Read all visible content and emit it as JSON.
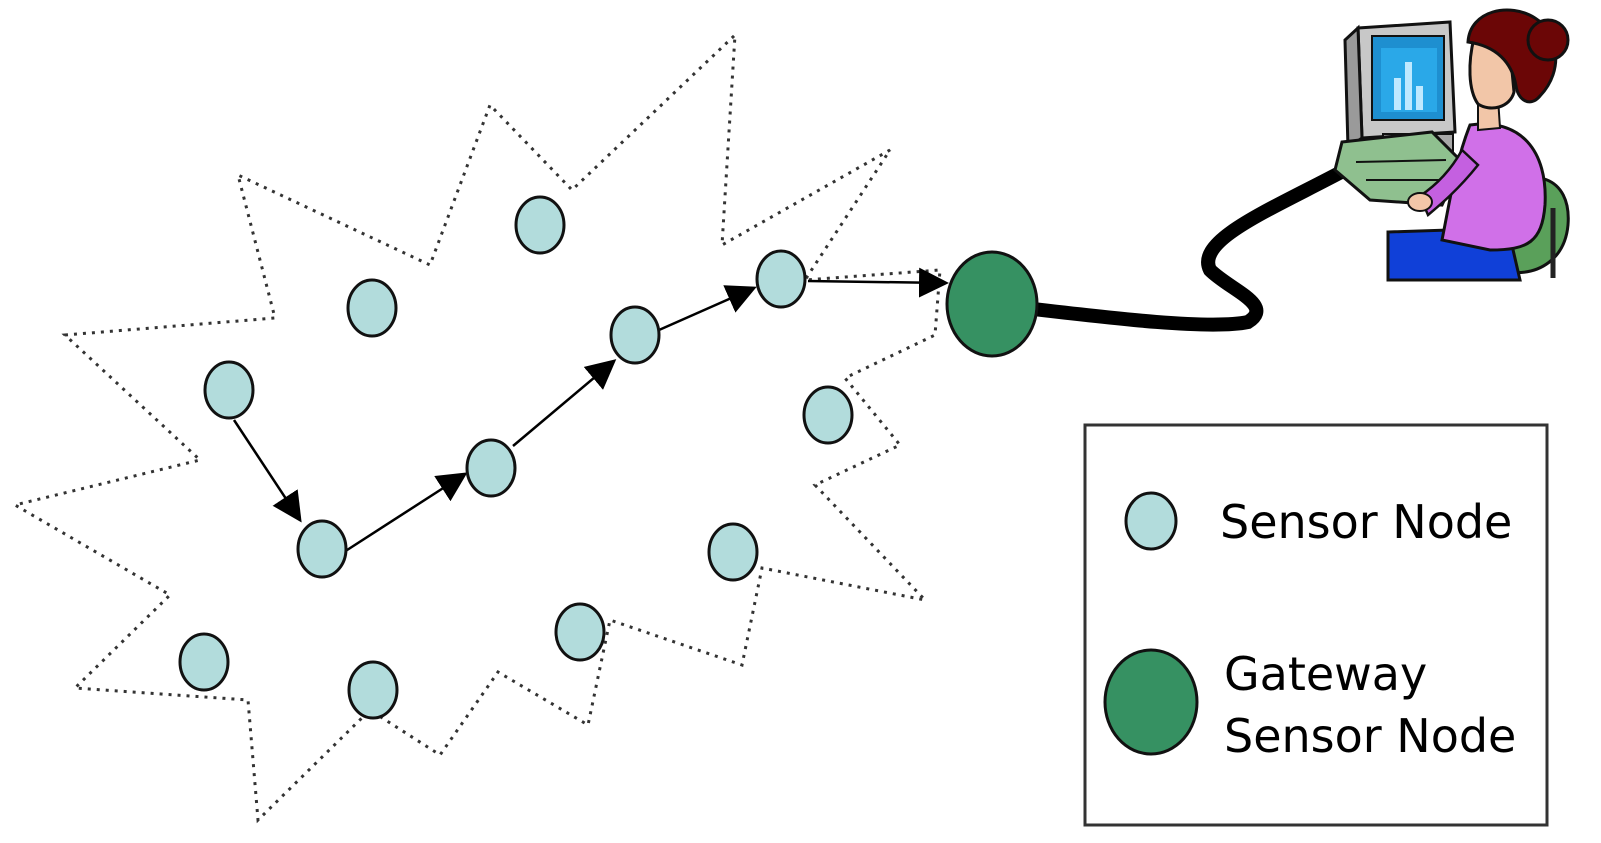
{
  "colors": {
    "sensor_fill": "#b2dcdc",
    "gateway_fill": "#369162",
    "outline": "#111111",
    "cloud_stroke": "#333333",
    "cable": "#000000",
    "legend_border": "#333333"
  },
  "icons": {
    "user": "user-at-computer-icon",
    "boundary": "dotted-starburst-boundary"
  },
  "legend": {
    "sensor_label": "Sensor Node",
    "gateway_label_line1": "Gateway",
    "gateway_label_line2": "Sensor Node"
  }
}
